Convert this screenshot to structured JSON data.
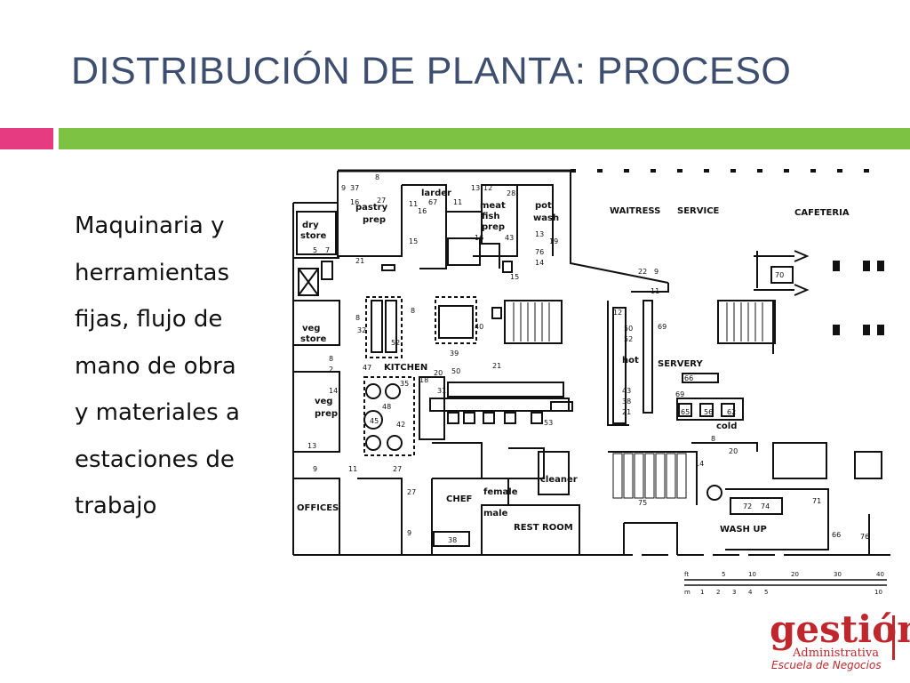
{
  "slide": {
    "title": "DISTRIBUCIÓN DE PLANTA: PROCESO",
    "accent_colors": {
      "pink": "#e63b80",
      "green": "#7dc242",
      "title": "#3d4e6e"
    }
  },
  "body": {
    "lines": [
      "Maquinaria y",
      "herramientas",
      "fijas, flujo de",
      "mano de obra",
      "y materiales a",
      "estaciones de",
      "trabajo"
    ]
  },
  "floorplan": {
    "rooms": {
      "dry_store": [
        "dry",
        "store"
      ],
      "pastry_prep": [
        "pastry",
        "prep"
      ],
      "larder": "larder",
      "meat_fish_prep": [
        "meat",
        "fish",
        "prep"
      ],
      "pot_wash": [
        "pot",
        "wash"
      ],
      "waitress": "WAITRESS",
      "service": "SERVICE",
      "cafeteria": "CAFETERIA",
      "veg_store": [
        "veg",
        "store"
      ],
      "kitchen": "KITCHEN",
      "veg_prep": [
        "veg",
        "prep"
      ],
      "servery": "SERVERY",
      "hot": "hot",
      "cold": "cold",
      "offices": "OFFICES",
      "chef": "CHEF",
      "female": "female",
      "male": "male",
      "cleaner": "cleaner",
      "rest_room": "REST ROOM",
      "wash_up": "WASH  UP"
    },
    "equipment_numbers": {
      "top_row": [
        "9",
        "37",
        "8",
        "16",
        "27",
        "21",
        "5",
        "7",
        "15",
        "11",
        "16",
        "67",
        "11",
        "13",
        "12",
        "28",
        "16",
        "43",
        "13",
        "19",
        "76",
        "14",
        "15",
        "22",
        "9",
        "11"
      ],
      "kitchen": [
        "8",
        "32",
        "52",
        "8",
        "47",
        "35",
        "48",
        "45",
        "42",
        "27",
        "40",
        "39",
        "20",
        "18",
        "50",
        "53",
        "21",
        "31"
      ],
      "left_column": [
        "8",
        "2",
        "14",
        "13",
        "9",
        "11"
      ],
      "servery": [
        "12",
        "50",
        "52",
        "69",
        "43",
        "38",
        "21",
        "69",
        "65",
        "56",
        "62",
        "8",
        "14",
        "20",
        "66",
        "70"
      ],
      "bottom": [
        "27",
        "9",
        "38",
        "75",
        "72",
        "74",
        "71",
        "66",
        "76"
      ]
    },
    "scale": {
      "ft_label": "ft",
      "ft_ticks": [
        "5",
        "10",
        "20",
        "30",
        "40"
      ],
      "m_label": "m",
      "m_ticks": [
        "1",
        "2",
        "3",
        "4",
        "5",
        "10"
      ]
    }
  },
  "logo": {
    "main": "gestión",
    "sub": "Administrativa",
    "school": "Escuela de Negocios"
  }
}
